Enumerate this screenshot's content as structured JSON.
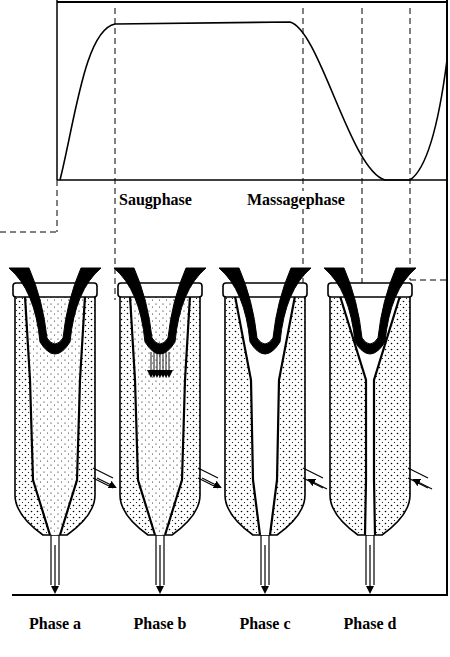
{
  "diagram": {
    "labels": [
      "Saugphase",
      "Massagephase",
      "Phase a",
      "Phase b",
      "Phase c",
      "Phase d"
    ]
  }
}
